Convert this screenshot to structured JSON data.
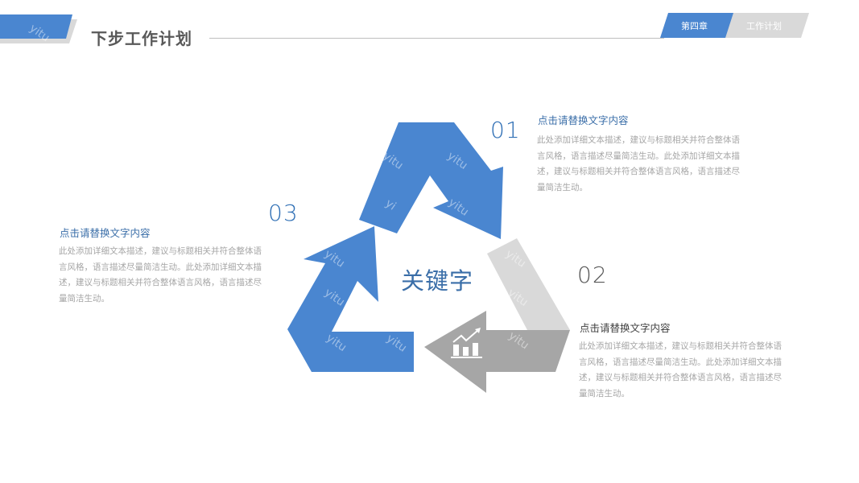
{
  "header": {
    "title": "下步工作计划",
    "tabs": [
      {
        "label": "第四章",
        "color": "#4a86d0",
        "active": true
      },
      {
        "label": "工作计划",
        "color": "#d9d9d9",
        "active": false
      }
    ],
    "accent_color": "#4a86d0"
  },
  "center": {
    "keyword": "关键字",
    "chart_icon": "growth-chart-icon"
  },
  "items": [
    {
      "number": "01",
      "title": "点击请替换文字内容",
      "body": "此处添加详细文本描述，建议与标题相关并符合整体语言风格，语言描述尽量简洁生动。此处添加详细文本描述，建议与标题相关并符合整体语言风格，语言描述尽量简洁生动。",
      "arrow_color": "#4a86d0"
    },
    {
      "number": "02",
      "title": "点击请替换文字内容",
      "body": "此处添加详细文本描述，建议与标题相关并符合整体语言风格，语言描述尽量简洁生动。此处添加详细文本描述，建议与标题相关并符合整体语言风格，语言描述尽量简洁生动。",
      "arrow_color": "#a6a6a6"
    },
    {
      "number": "03",
      "title": "点击请替换文字内容",
      "body": "此处添加详细文本描述，建议与标题相关并符合整体语言风格，语言描述尽量简洁生动。此处添加详细文本描述，建议与标题相关并符合整体语言风格，语言描述尽量简洁生动。",
      "arrow_color": "#4a86d0"
    }
  ],
  "watermark": "yitu"
}
